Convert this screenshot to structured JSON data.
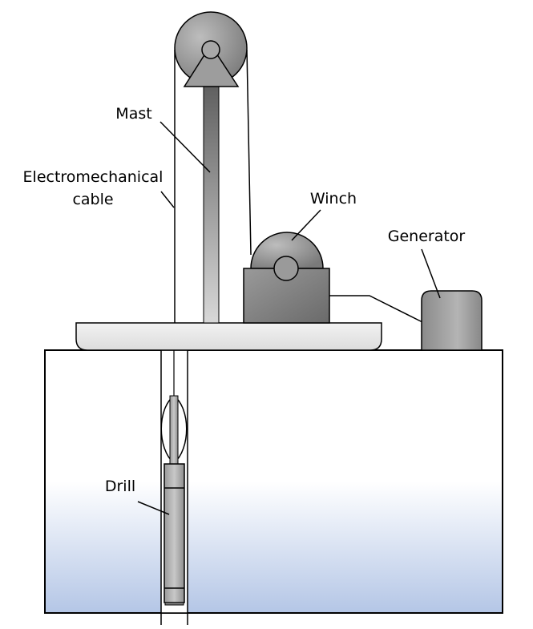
{
  "labels": {
    "mast": "Mast",
    "cable_line1": "Electromechanical",
    "cable_line2": "cable",
    "winch": "Winch",
    "generator": "Generator",
    "drill": "Drill"
  },
  "colors": {
    "outline": "#000000",
    "metal_dark": "#6e6e6e",
    "metal_light": "#d0d0d0",
    "ice_top": "#ffffff",
    "ice_bottom": "#b4c6e6"
  }
}
